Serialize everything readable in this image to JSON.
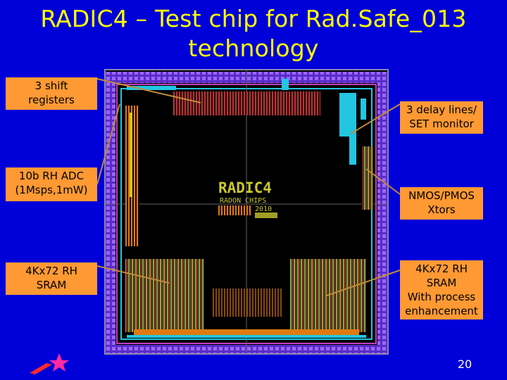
{
  "slide": {
    "title_line1": "RADIC4 – Test chip for Rad.Safe_013",
    "title_line2": "technology",
    "page_number": "20"
  },
  "callouts": {
    "shift_registers": [
      "3 shift",
      "registers"
    ],
    "adc": [
      "10b RH ADC",
      "(1Msps,1mW)"
    ],
    "sram_left": [
      "4Kx72 RH",
      "SRAM"
    ],
    "delay_lines": [
      "3 delay lines/",
      "SET monitor"
    ],
    "xtors": [
      "NMOS/PMOS",
      "Xtors"
    ],
    "sram_right": [
      "4Kx72 RH",
      "SRAM",
      "With process",
      "enhancement"
    ]
  },
  "chip": {
    "logo_text": [
      "RADIC4",
      "RADON CHIPS",
      "2010"
    ]
  },
  "colors": {
    "background": "#0000d8",
    "title": "#ffff00",
    "callout": "#ff9933",
    "leader_line": "#c08a3a",
    "pad_ring": "#7a3ff0",
    "metal_cyan": "#22c6e0"
  }
}
